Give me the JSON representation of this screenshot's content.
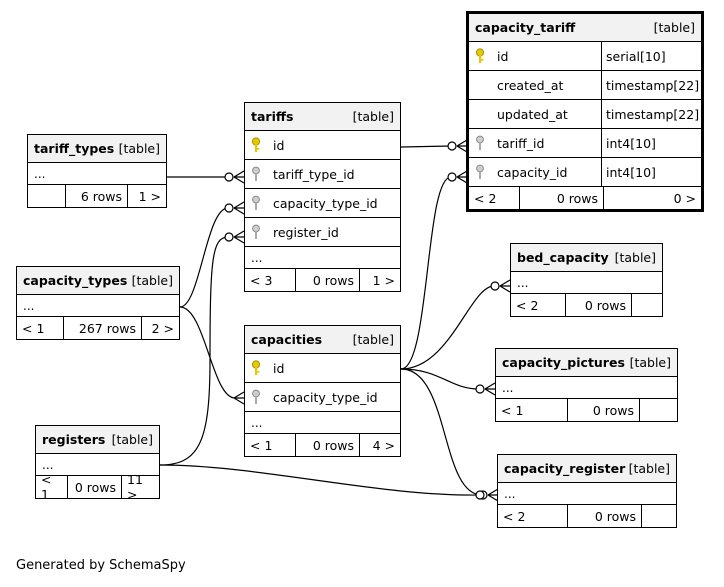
{
  "caption": "Generated by SchemaSpy",
  "colors": {
    "primary_key": "#e6c800",
    "foreign_key": "#a8a8a8",
    "header_bg": "#f2f2f2",
    "line": "#000000"
  },
  "tables": {
    "capacity_tariff": {
      "name": "capacity_tariff",
      "kind": "[table]",
      "columns": [
        {
          "name": "id",
          "type": "serial[10]",
          "icon": "primary-key-icon"
        },
        {
          "name": "created_at",
          "type": "timestamp[22]",
          "icon": ""
        },
        {
          "name": "updated_at",
          "type": "timestamp[22]",
          "icon": ""
        },
        {
          "name": "tariff_id",
          "type": "int4[10]",
          "icon": "foreign-key-icon"
        },
        {
          "name": "capacity_id",
          "type": "int4[10]",
          "icon": "foreign-key-icon"
        }
      ],
      "footer": {
        "parents": "< 2",
        "rows": "0 rows",
        "children": "0 >"
      }
    },
    "tariffs": {
      "name": "tariffs",
      "kind": "[table]",
      "columns": [
        {
          "name": "id",
          "icon": "primary-key-icon"
        },
        {
          "name": "tariff_type_id",
          "icon": "foreign-key-icon"
        },
        {
          "name": "capacity_type_id",
          "icon": "foreign-key-icon"
        },
        {
          "name": "register_id",
          "icon": "foreign-key-icon"
        }
      ],
      "more": "...",
      "footer": {
        "parents": "< 3",
        "rows": "0 rows",
        "children": "1 >"
      }
    },
    "tariff_types": {
      "name": "tariff_types",
      "kind": "[table]",
      "more": "...",
      "footer": {
        "parents": "",
        "rows": "6 rows",
        "children": "1 >"
      }
    },
    "capacity_types": {
      "name": "capacity_types",
      "kind": "[table]",
      "more": "...",
      "footer": {
        "parents": "< 1",
        "rows": "267 rows",
        "children": "2 >"
      }
    },
    "capacities": {
      "name": "capacities",
      "kind": "[table]",
      "columns": [
        {
          "name": "id",
          "icon": "primary-key-icon"
        },
        {
          "name": "capacity_type_id",
          "icon": "foreign-key-icon"
        }
      ],
      "more": "...",
      "footer": {
        "parents": "< 1",
        "rows": "0 rows",
        "children": "4 >"
      }
    },
    "registers": {
      "name": "registers",
      "kind": "[table]",
      "more": "...",
      "footer": {
        "parents": "< 1",
        "rows": "0 rows",
        "children": "11 >"
      }
    },
    "bed_capacity": {
      "name": "bed_capacity",
      "kind": "[table]",
      "more": "...",
      "footer": {
        "parents": "< 2",
        "rows": "0 rows",
        "children": ""
      }
    },
    "capacity_pictures": {
      "name": "capacity_pictures",
      "kind": "[table]",
      "more": "...",
      "footer": {
        "parents": "< 1",
        "rows": "0 rows",
        "children": ""
      }
    },
    "capacity_register": {
      "name": "capacity_register",
      "kind": "[table]",
      "more": "...",
      "footer": {
        "parents": "< 2",
        "rows": "0 rows",
        "children": ""
      }
    }
  },
  "relationships": [
    {
      "from": "tariff_types",
      "to": "tariffs.tariff_type_id"
    },
    {
      "from": "capacity_types",
      "to": "tariffs.capacity_type_id"
    },
    {
      "from": "capacity_types",
      "to": "capacities.capacity_type_id"
    },
    {
      "from": "registers",
      "to": "tariffs.register_id"
    },
    {
      "from": "registers",
      "to": "capacity_register"
    },
    {
      "from": "tariffs",
      "to": "capacity_tariff.tariff_id"
    },
    {
      "from": "capacities",
      "to": "capacity_tariff.capacity_id"
    },
    {
      "from": "capacities",
      "to": "bed_capacity"
    },
    {
      "from": "capacities",
      "to": "capacity_pictures"
    },
    {
      "from": "capacities",
      "to": "capacity_register"
    }
  ]
}
